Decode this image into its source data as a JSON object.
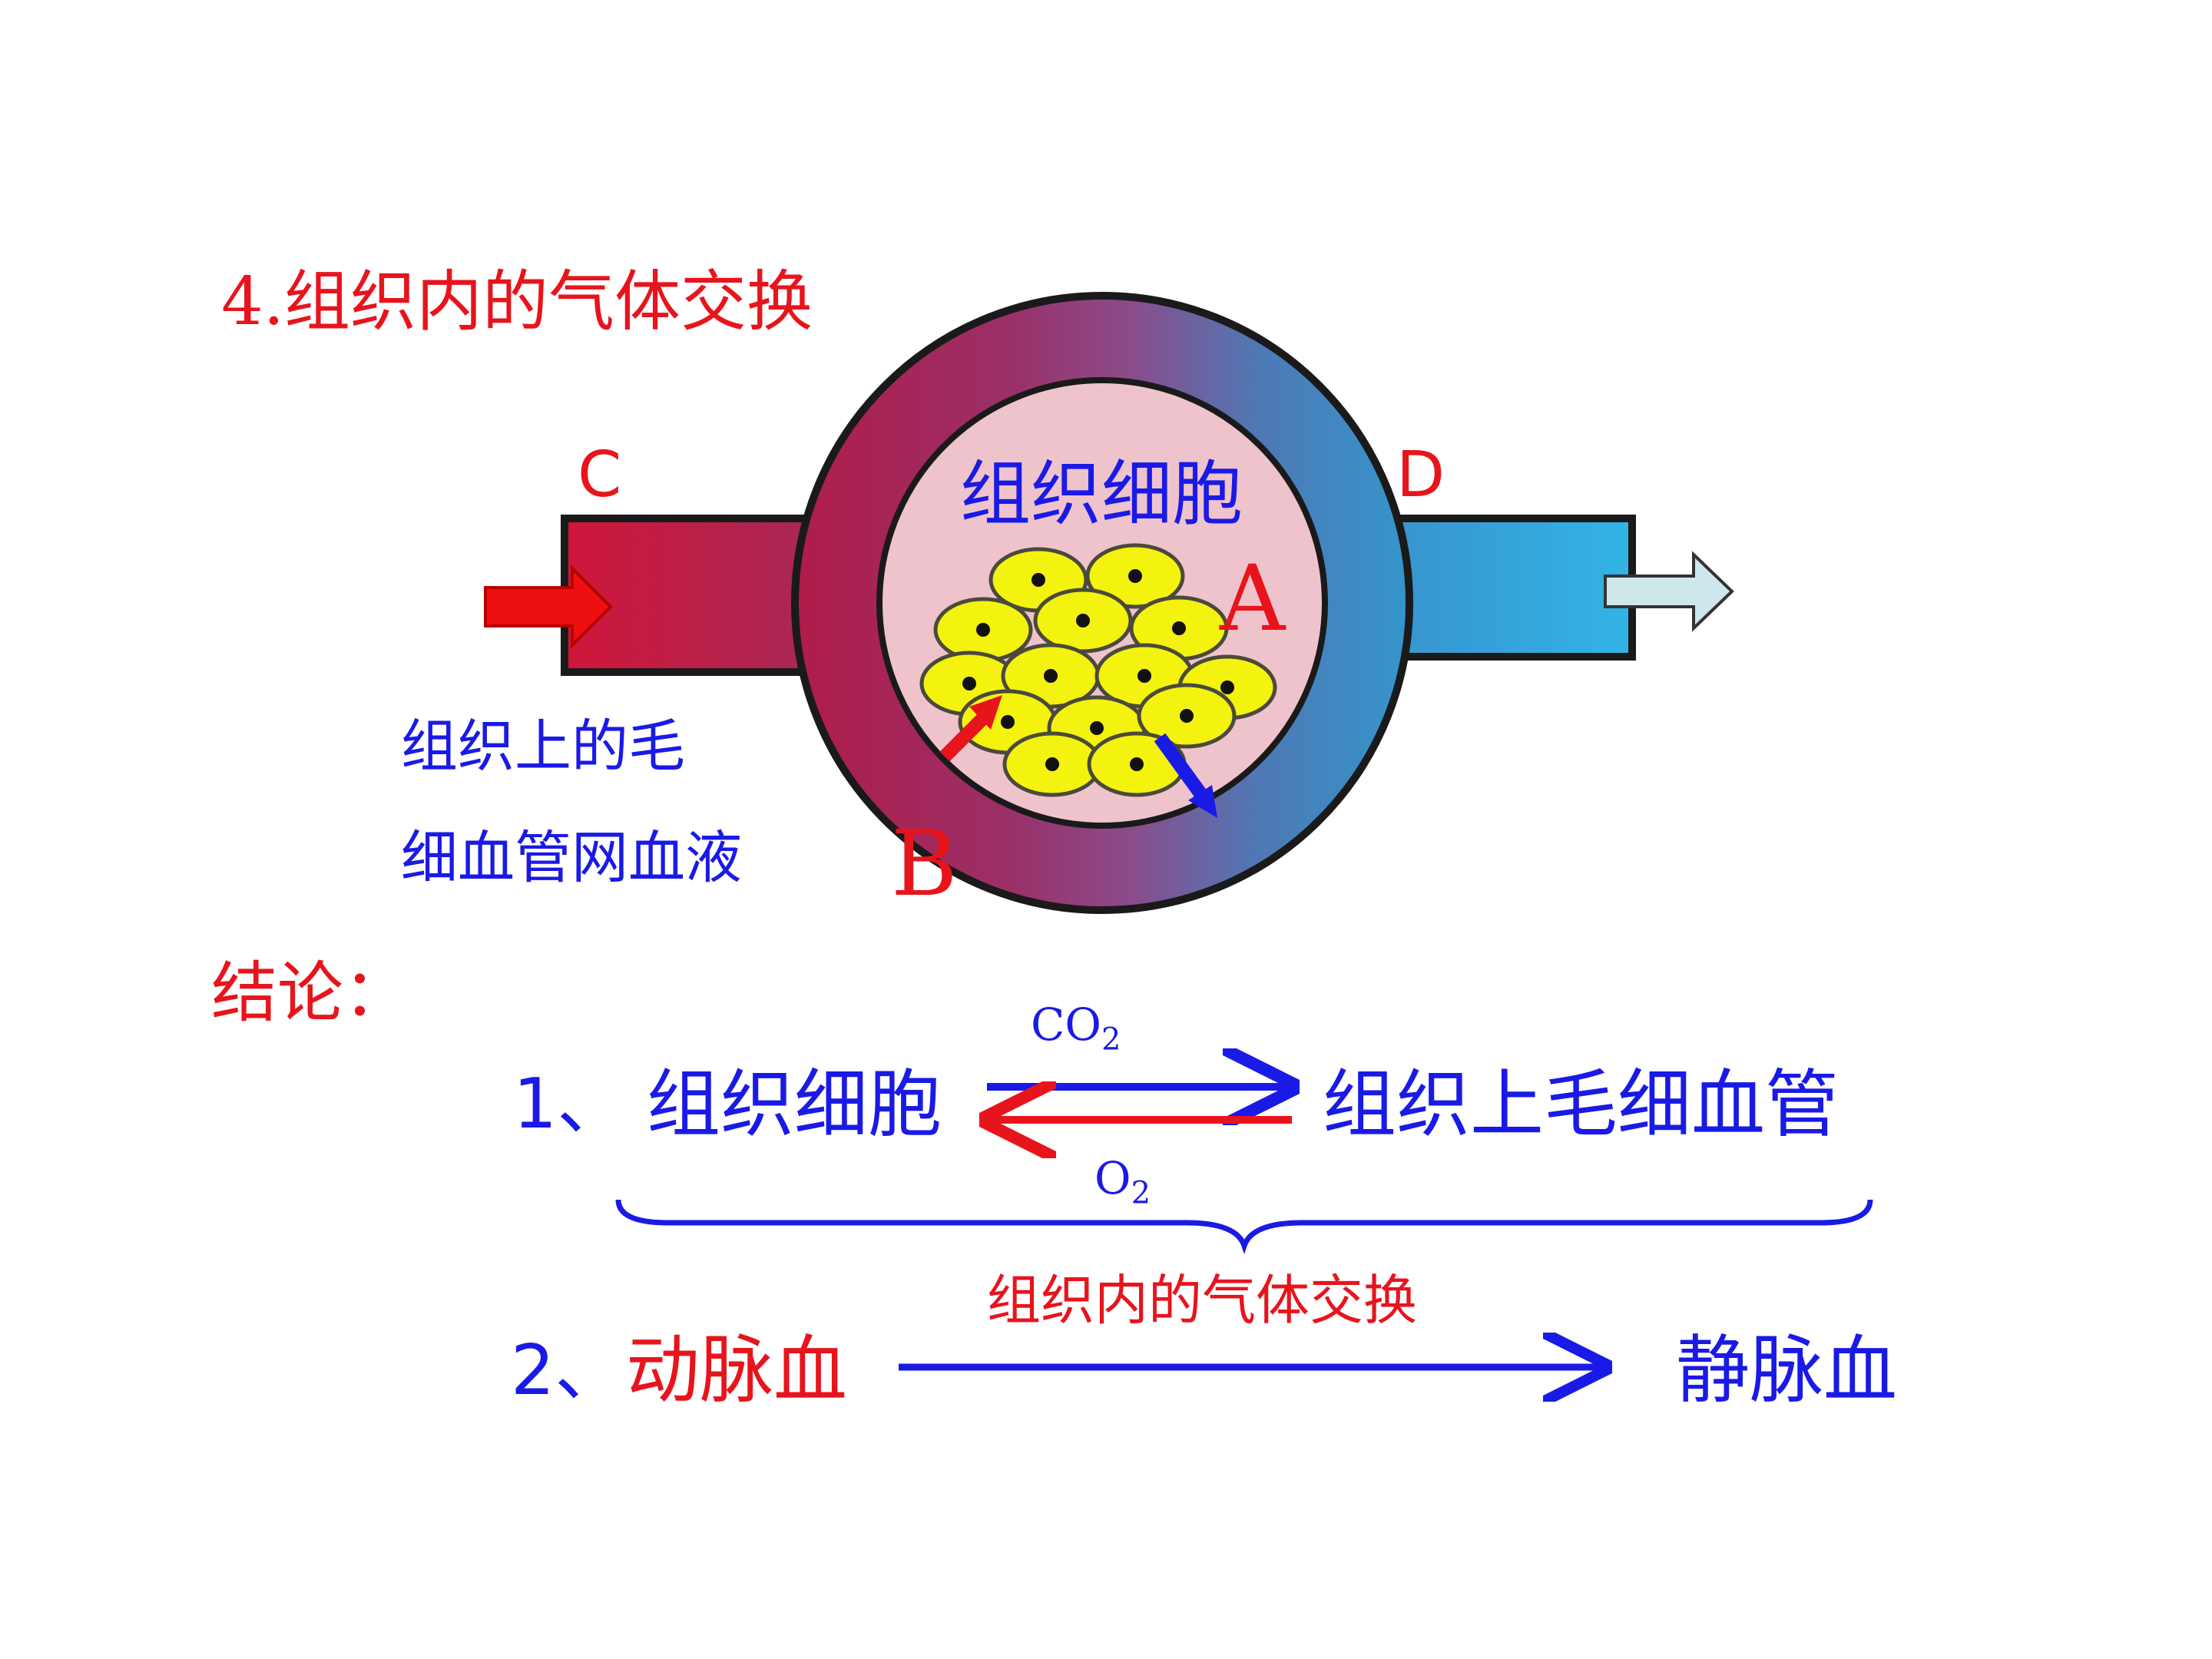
{
  "title": "4.组织内的气体交换",
  "diagram": {
    "label_c": "C",
    "label_d": "D",
    "label_a": "A",
    "label_b": "B",
    "cell_label": "组织细胞",
    "caption_line1": "组织上的毛",
    "caption_line2": "细血管网血液"
  },
  "conclusion": {
    "heading": "结论：",
    "item1": {
      "prefix": "1、",
      "left": "组织细胞",
      "right": "组织上毛细血管",
      "top_gas": "CO",
      "top_sub": "2",
      "bottom_gas": "O",
      "bottom_sub": "2"
    },
    "brace_label": "组织内的气体交换",
    "item2": {
      "prefix": "2、",
      "left": "动脉血",
      "right": "静脉血"
    }
  },
  "colors": {
    "red": "#e8141c",
    "blue": "#1a1ae6",
    "cell": "#f4f20f",
    "artery": "#c8163e",
    "vein": "#3aa8dc",
    "interior": "#efc3cc"
  }
}
